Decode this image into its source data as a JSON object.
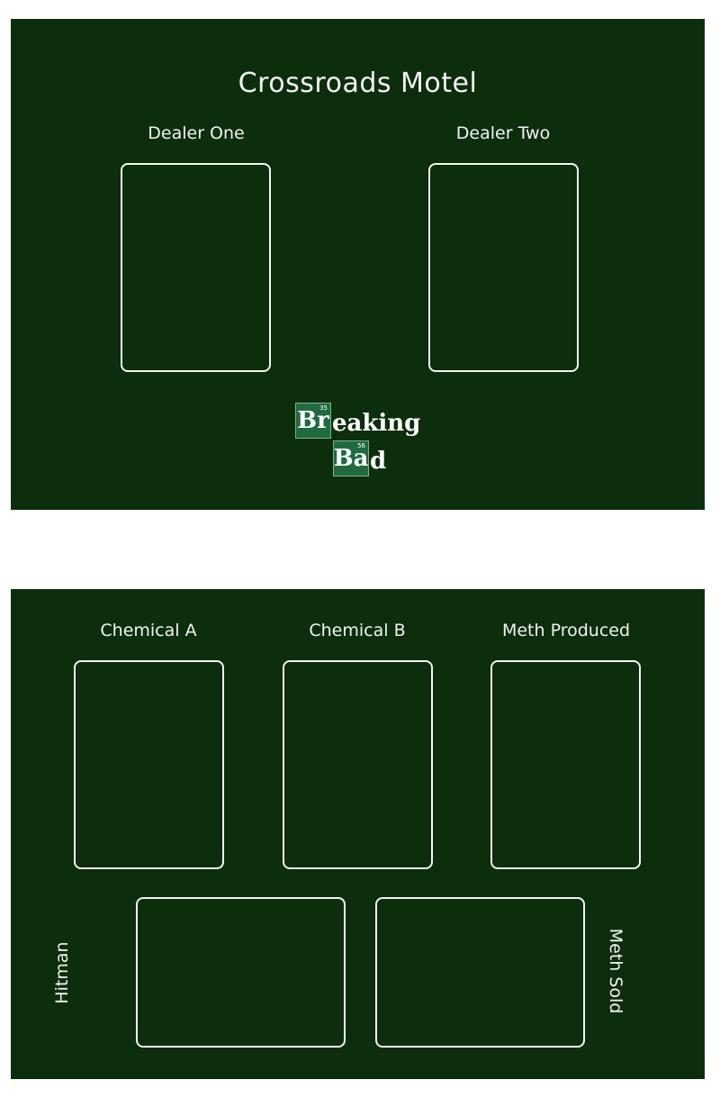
{
  "top_board": {
    "title": "Crossroads Motel",
    "slots": [
      {
        "label": "Dealer One"
      },
      {
        "label": "Dealer Two"
      }
    ],
    "logo": {
      "line1": {
        "element_symbol": "Br",
        "element_number": "35",
        "rest": "eaking"
      },
      "line2": {
        "element_symbol": "Ba",
        "element_number": "56",
        "rest": "d"
      }
    }
  },
  "bottom_board": {
    "slots": [
      {
        "label": "Chemical A"
      },
      {
        "label": "Chemical B"
      },
      {
        "label": "Meth Produced"
      }
    ],
    "side_slots": [
      {
        "label": "Hitman"
      },
      {
        "label": "Meth Sold"
      }
    ]
  },
  "colors": {
    "board_background": "#0c2e0c",
    "outline": "#f4f4f4",
    "logo_element_tile": "#1f6b3f"
  }
}
